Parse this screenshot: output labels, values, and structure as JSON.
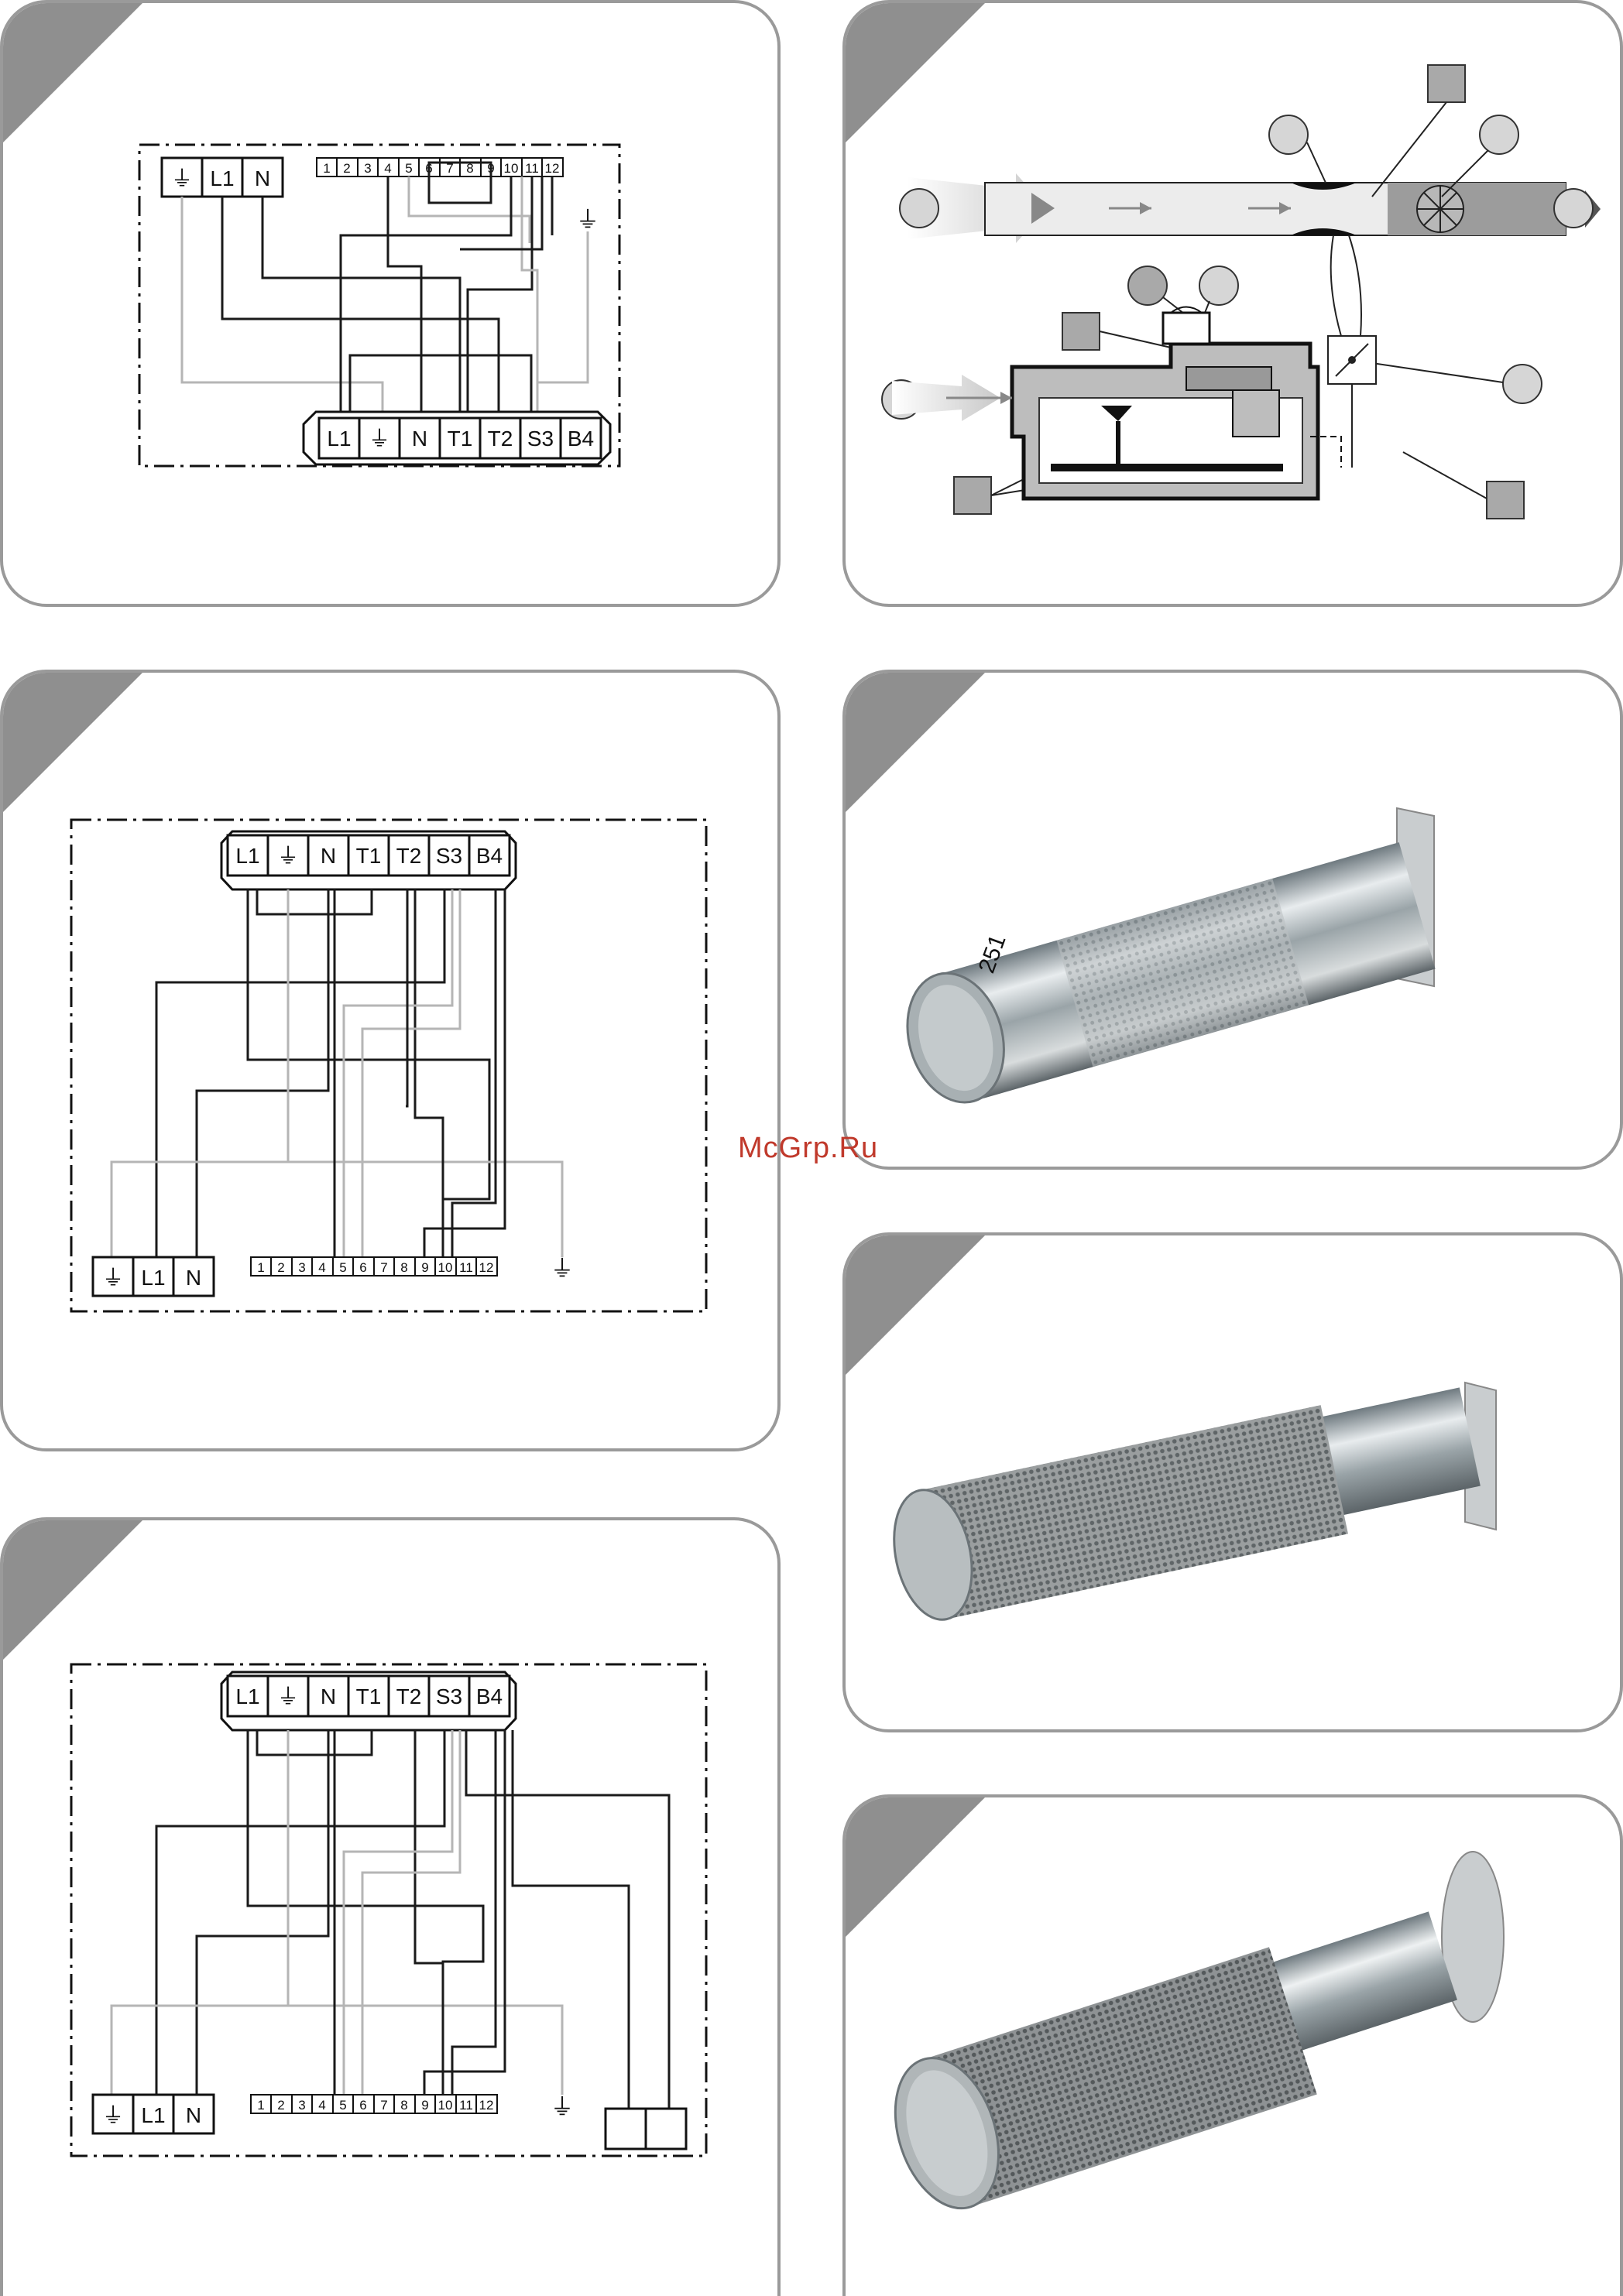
{
  "watermark": "McGrp.Ru",
  "wiring_top": {
    "left_block": [
      "⏚",
      "L1",
      "N"
    ],
    "numbered_strip": [
      "1",
      "2",
      "3",
      "4",
      "5",
      "6",
      "7",
      "8",
      "9",
      "10",
      "11",
      "12"
    ],
    "connector": [
      "L1",
      "⏚",
      "N",
      "T1",
      "T2",
      "S3",
      "B4"
    ],
    "ground": "⏚"
  },
  "wiring_middle": {
    "connector": [
      "L1",
      "⏚",
      "N",
      "T1",
      "T2",
      "S3",
      "B4"
    ],
    "left_block": [
      "⏚",
      "L1",
      "N"
    ],
    "numbered_strip": [
      "1",
      "2",
      "3",
      "4",
      "5",
      "6",
      "7",
      "8",
      "9",
      "10",
      "11",
      "12"
    ],
    "ground": "⏚"
  },
  "wiring_bottom": {
    "connector": [
      "L1",
      "⏚",
      "N",
      "T1",
      "T2",
      "S3",
      "B4"
    ],
    "left_block": [
      "⏚",
      "L1",
      "N"
    ],
    "numbered_strip": [
      "1",
      "2",
      "3",
      "4",
      "5",
      "6",
      "7",
      "8",
      "9",
      "10",
      "11",
      "12"
    ],
    "ground": "⏚"
  },
  "photos": {
    "burner_tube_1": {
      "stamp": "251"
    },
    "burner_tube_2": {},
    "burner_tube_3": {}
  },
  "colors": {
    "line_dark": "#1a1a1a",
    "line_light": "#b5b5b5",
    "panel_border": "#9a9a9a",
    "corner": "#8f8f8f"
  }
}
